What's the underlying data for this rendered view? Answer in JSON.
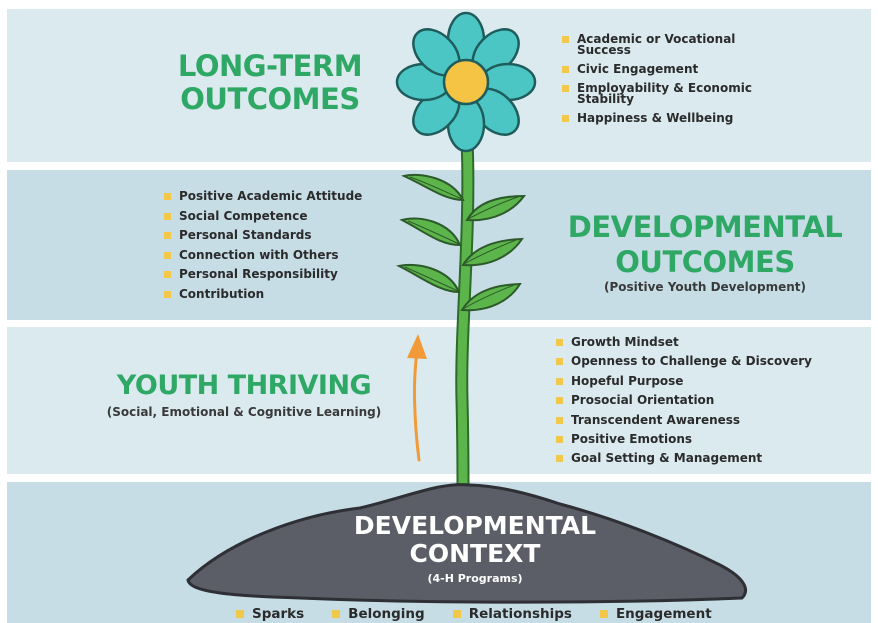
{
  "long_term": {
    "title_line1": "LONG-TERM",
    "title_line2": "OUTCOMES",
    "items": [
      [
        "Academic or Vocational",
        "Success"
      ],
      [
        "Civic Engagement"
      ],
      [
        "Employability & Economic",
        "Stability"
      ],
      [
        "Happiness & Wellbeing"
      ]
    ]
  },
  "developmental_outcomes": {
    "title_line1": "DEVELOPMENTAL",
    "title_line2": "OUTCOMES",
    "subtitle": "(Positive Youth Development)",
    "items": [
      "Positive Academic Attitude",
      "Social Competence",
      "Personal Standards",
      "Connection with Others",
      "Personal Responsibility",
      "Contribution"
    ]
  },
  "youth_thriving": {
    "title": "YOUTH THRIVING",
    "subtitle": "(Social, Emotional & Cognitive Learning)",
    "items": [
      "Growth Mindset",
      "Openness to Challenge & Discovery",
      "Hopeful Purpose",
      "Prosocial Orientation",
      "Transcendent Awareness",
      "Positive Emotions",
      "Goal Setting & Management"
    ]
  },
  "developmental_context": {
    "title_line1": "DEVELOPMENTAL",
    "title_line2": "CONTEXT",
    "subtitle": "(4-H Programs)",
    "items": [
      "Sparks",
      "Belonging",
      "Relationships",
      "Engagement"
    ]
  },
  "colors": {
    "heading_green": "#2fa866",
    "band_light": "#dbeaef",
    "band_dark": "#c6dde6",
    "bullet_yellow": "#f2c84b",
    "petal_teal": "#4cc6c4",
    "flower_center": "#f5c445",
    "stem_green": "#5cb54a",
    "soil_gray": "#5b5e66",
    "arrow_orange": "#f29a38"
  },
  "icons": [
    "flower-icon",
    "leaf-icon",
    "soil-mound-icon",
    "growth-arrow-icon"
  ]
}
